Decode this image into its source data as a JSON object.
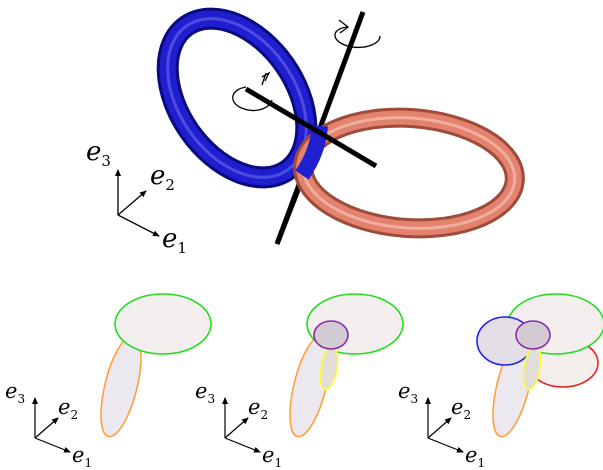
{
  "figure": {
    "top": {
      "axes": {
        "e1": "e",
        "e1_sub": "1",
        "e2": "e",
        "e2_sub": "2",
        "e3": "e",
        "e3_sub": "3"
      },
      "rings": {
        "ring_a_color": "#1f1fd0",
        "ring_b_color": "#e2826f"
      },
      "rotation_axis_color": "#000000"
    },
    "panels": [
      {
        "axes": {
          "e1": "e",
          "e1_sub": "1",
          "e2": "e",
          "e2_sub": "2",
          "e3": "e",
          "e3_sub": "3"
        },
        "ellipse_colors": [
          "#ffa040",
          "#22dd22"
        ]
      },
      {
        "axes": {
          "e1": "e",
          "e1_sub": "1",
          "e2": "e",
          "e2_sub": "2",
          "e3": "e",
          "e3_sub": "3"
        },
        "ellipse_colors": [
          "#ffa040",
          "#22dd22",
          "#ffff33",
          "#8a2aa8"
        ]
      },
      {
        "axes": {
          "e1": "e",
          "e1_sub": "1",
          "e2": "e",
          "e2_sub": "2",
          "e3": "e",
          "e3_sub": "3"
        },
        "ellipse_colors": [
          "#ffa040",
          "#22dd22",
          "#ffff33",
          "#8a2aa8",
          "#2222ee",
          "#ee2222"
        ]
      }
    ]
  }
}
